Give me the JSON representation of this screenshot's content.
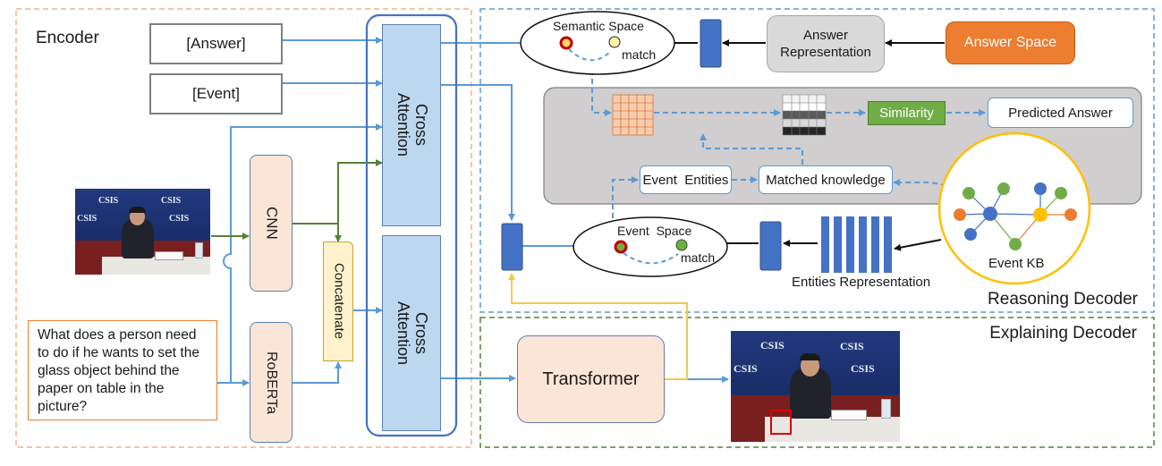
{
  "encoder": {
    "title": "Encoder",
    "answer_token": "[Answer]",
    "event_token": "[Event]",
    "cnn": "CNN",
    "roberta": "RoBERTa",
    "concatenate": "Concatenate",
    "cross_attention_top": "Cross Attention",
    "cross_attention_bottom": "Cross Attention",
    "question": "What does a person need to do if he wants to set the glass object behind the paper on table in the picture?",
    "photo_sign_text": "CSIS"
  },
  "reasoning_decoder": {
    "title": "Reasoning Decoder",
    "semantic_space": "Semantic Space",
    "semantic_match": "match",
    "answer_representation": "Answer Representation",
    "answer_space": "Answer Space",
    "similarity": "Similarity",
    "predicted_answer": "Predicted Answer",
    "event_entities": "Event  Entities",
    "matched_knowledge": "Matched knowledge",
    "event_space": "Event  Space",
    "event_match": "match",
    "entities_representation": "Entities Representation",
    "event_kb": "Event KB"
  },
  "explaining_decoder": {
    "title": "Explaining Decoder",
    "transformer": "Transformer",
    "photo_sign_text": "CSIS"
  },
  "colors": {
    "encoder_border": "#f4b183",
    "reasoning_border": "#5b9bd5",
    "explaining_border": "#548235",
    "arrow_blue": "#5b9bd5",
    "arrow_green": "#548235",
    "arrow_yellow": "#f2c94c",
    "peach_fill": "#fbe5d6",
    "attention_fill": "#bdd7ee",
    "concat_fill": "#fff2cc",
    "answer_space_fill": "#ed7d31",
    "similarity_fill": "#70ad47",
    "grey_panel": "#d0cece",
    "vector_blue": "#4472c4"
  }
}
